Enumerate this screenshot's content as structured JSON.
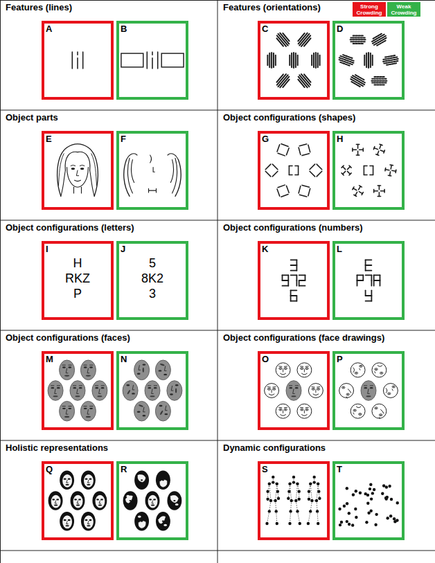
{
  "diagram": {
    "nodes": [
      {
        "text": [
          "Features (lines)"
        ]
      },
      {
        "text": [
          "A"
        ],
        "in": 0
      },
      {
        "text": [
          "B"
        ],
        "in": 0
      },
      {
        "text": [
          "Features (orientations)"
        ]
      },
      {
        "text": [
          "C"
        ],
        "in": 3
      },
      {
        "text": [
          "D"
        ],
        "in": 3
      },
      {
        "text": [
          "Object parts"
        ]
      },
      {
        "text": [
          "E"
        ],
        "in": 6
      },
      {
        "text": [
          "F"
        ],
        "in": 6
      },
      {
        "text": [
          "Object configurations (shapes)"
        ]
      },
      {
        "text": [
          "G"
        ],
        "in": 9
      },
      {
        "text": [
          "H"
        ],
        "in": 9
      },
      {
        "text": [
          "Object configurations (letters)"
        ]
      },
      {
        "text": [
          "I",
          "H",
          "RKZ",
          "P"
        ],
        "in": 12
      },
      {
        "text": [
          "J",
          "5",
          "8K2",
          "3"
        ],
        "in": 12
      },
      {
        "text": [
          "Object configurations (numbers)"
        ]
      },
      {
        "text": [
          "K"
        ],
        "in": 15
      },
      {
        "text": [
          "L"
        ],
        "in": 15
      },
      {
        "text": [
          "Object configurations (faces)"
        ]
      },
      {
        "text": [
          "M"
        ],
        "in": 18
      },
      {
        "text": [
          "N"
        ],
        "in": 18
      },
      {
        "text": [
          "Object configurations (face drawings)"
        ]
      },
      {
        "text": [
          "O"
        ],
        "in": 21
      },
      {
        "text": [
          "P"
        ],
        "in": 21
      },
      {
        "text": [
          "Holistic representations"
        ]
      },
      {
        "text": [
          "Q"
        ],
        "in": 24
      },
      {
        "text": [
          "R"
        ],
        "in": 24
      },
      {
        "text": [
          "Dynamic configurations"
        ]
      },
      {
        "text": [
          "S"
        ],
        "in": 27
      },
      {
        "text": [
          "T"
        ],
        "in": 27
      }
    ],
    "legend": [
      {
        "text": "Strong Crowding",
        "color": "#e8131b"
      },
      {
        "text": "Weak Crowding",
        "color": "#34b249"
      }
    ]
  }
}
